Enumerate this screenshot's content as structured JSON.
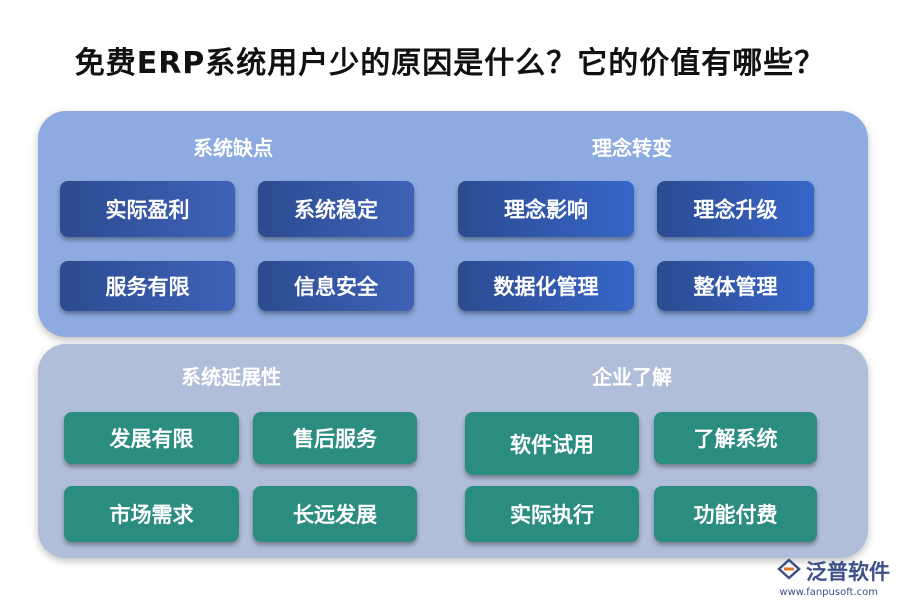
{
  "title": "免费ERP系统用户少的原因是什么？它的价值有哪些？",
  "sections": [
    {
      "heading": "系统缺点",
      "items": [
        "实际盈利",
        "系统稳定",
        "服务有限",
        "信息安全"
      ]
    },
    {
      "heading": "理念转变",
      "items": [
        "理念影响",
        "理念升级",
        "数据化管理",
        "整体管理"
      ]
    },
    {
      "heading": "系统延展性",
      "items": [
        "发展有限",
        "售后服务",
        "市场需求",
        "长远发展"
      ]
    },
    {
      "heading": "企业了解",
      "items": [
        "软件试用",
        "了解系统",
        "实际执行",
        "功能付费"
      ]
    }
  ],
  "logo": {
    "name": "泛普软件",
    "url": "www.fanpusoft.com"
  },
  "colors": {
    "top_panel": "#8dabe0",
    "bottom_panel": "#b1bed9",
    "blue_box": "#2c4b90",
    "teal_box": "#2b8c80"
  }
}
